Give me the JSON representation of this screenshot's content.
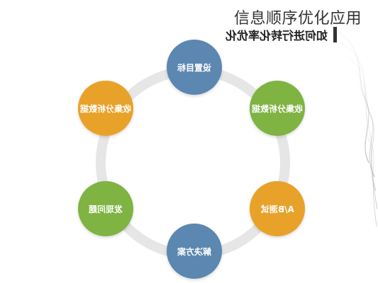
{
  "header": {
    "title": "信息顺序优化应用",
    "subtitle": "如何进行转化率优化"
  },
  "cycle": {
    "nodes": [
      {
        "label": "设置目标",
        "color": "#5b87b0"
      },
      {
        "label": "收集分析数据",
        "color": "#7fb342"
      },
      {
        "label": "A/B测试",
        "color": "#e8a22a"
      },
      {
        "label": "解决方案",
        "color": "#5b87b0"
      },
      {
        "label": "发现问题",
        "color": "#7fb342"
      },
      {
        "label": "收集分析数据",
        "color": "#e8a22a"
      }
    ],
    "ring_color": "#e6e6e6"
  }
}
